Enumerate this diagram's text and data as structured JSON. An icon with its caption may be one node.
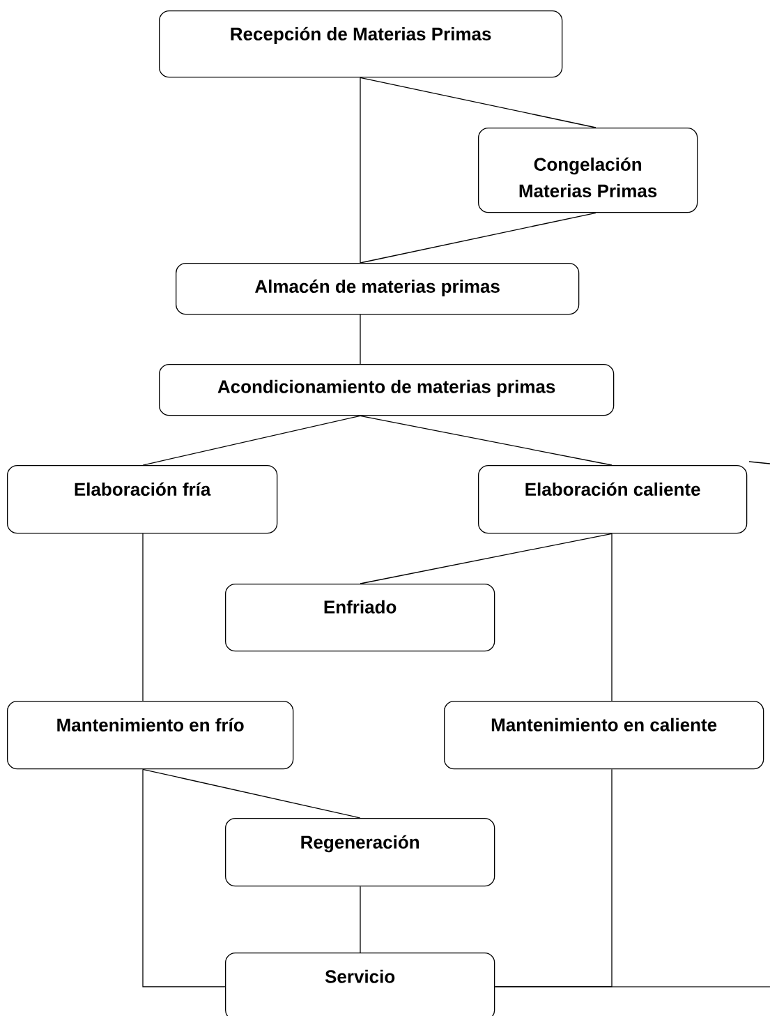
{
  "diagram": {
    "nodes": [
      {
        "text": [
          "Recepción de Materias Primas"
        ]
      },
      {
        "text": [
          "Congelación Materias Primas"
        ]
      },
      {
        "text": [
          "Almacén de materias primas"
        ]
      },
      {
        "text": [
          "Acondicionamiento de materias primas"
        ]
      },
      {
        "text": [
          "Elaboración fría"
        ]
      },
      {
        "text": [
          "Elaboración caliente"
        ]
      },
      {
        "text": [
          "Enfriado"
        ]
      },
      {
        "text": [
          "Mantenimiento en  frío"
        ]
      },
      {
        "text": [
          "Mantenimiento en caliente"
        ]
      },
      {
        "text": [
          "Regeneración"
        ]
      },
      {
        "text": [
          "Servicio"
        ]
      }
    ],
    "edges": [
      {
        "from": 0,
        "to": 1,
        "arrow": "none"
      },
      {
        "from": 0,
        "to": 2,
        "arrow": "none"
      },
      {
        "from": 1,
        "to": 2,
        "arrow": "none"
      },
      {
        "from": 2,
        "to": 3,
        "arrow": "none"
      },
      {
        "from": 3,
        "to": 4,
        "arrow": "none"
      },
      {
        "from": 3,
        "to": 5,
        "arrow": "none"
      },
      {
        "from": 5,
        "to": 6,
        "arrow": "none"
      },
      {
        "from": 5,
        "to": 8,
        "arrow": "none"
      },
      {
        "from": 4,
        "to": 7,
        "arrow": "none"
      },
      {
        "from": 7,
        "to": 9,
        "arrow": "none"
      },
      {
        "from": 7,
        "to": 10,
        "arrow": "none"
      },
      {
        "from": 9,
        "to": 10,
        "arrow": "none"
      },
      {
        "from": 8,
        "to": 10,
        "arrow": "none"
      },
      {
        "from": 10,
        "to": null,
        "arrow": "none"
      },
      {
        "from": 5,
        "to": null,
        "arrow": "none"
      }
    ]
  }
}
